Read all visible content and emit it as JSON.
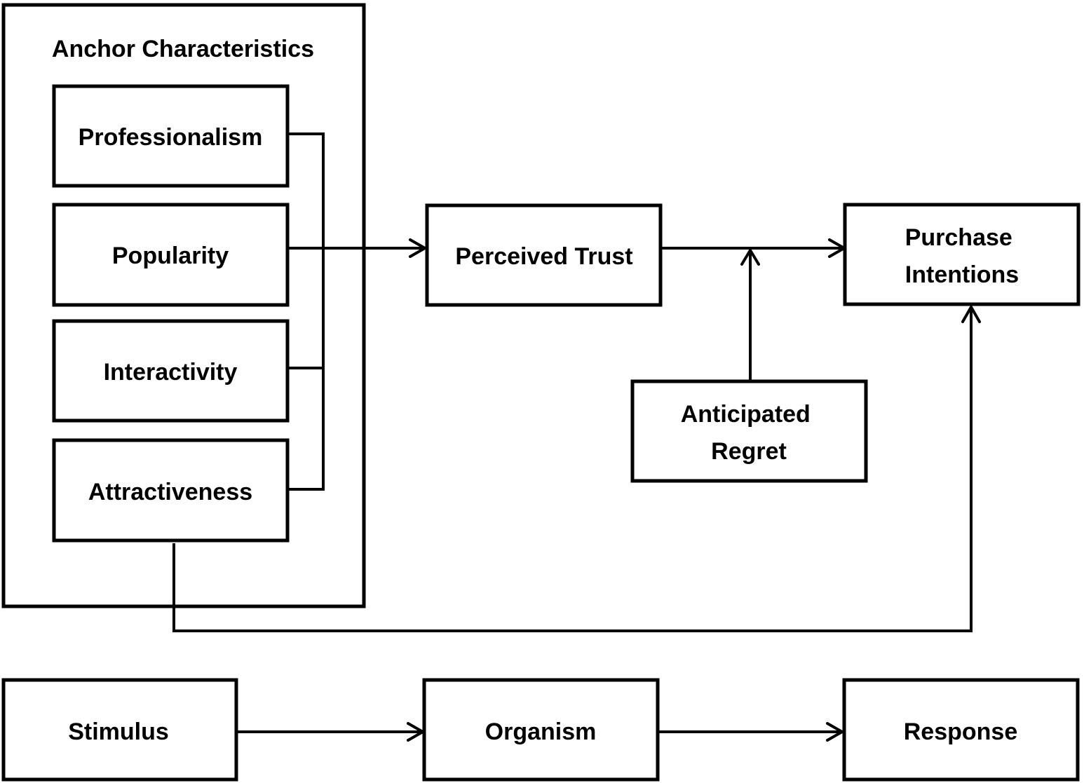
{
  "colors": {
    "stroke": "#000000",
    "background": "#ffffff"
  },
  "anchor_group": {
    "title": "Anchor Characteristics",
    "items": [
      {
        "label": "Professionalism"
      },
      {
        "label": "Popularity"
      },
      {
        "label": "Interactivity"
      },
      {
        "label": "Attractiveness"
      }
    ]
  },
  "nodes": {
    "perceived_trust": {
      "lines": [
        "Perceived Trust"
      ]
    },
    "purchase_intentions": {
      "lines": [
        "Purchase",
        "Intentions"
      ]
    },
    "anticipated_regret": {
      "lines": [
        "Anticipated",
        "Regret"
      ]
    }
  },
  "sor": {
    "stimulus": "Stimulus",
    "organism": "Organism",
    "response": "Response"
  }
}
